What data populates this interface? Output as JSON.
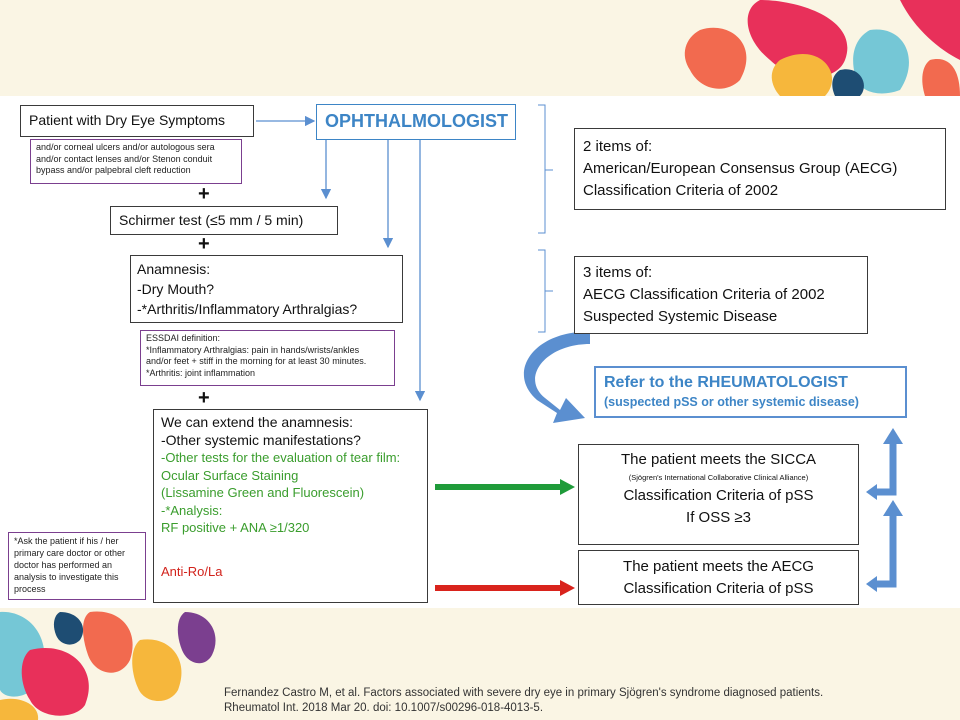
{
  "flow": {
    "patient": "Patient with Dry Eye Symptoms",
    "ophthalmologist": "OPHTHALMOLOGIST",
    "conditions": [
      "and/or corneal ulcers and/or autologous sera",
      "and/or contact lenses and/or Stenon conduit",
      "bypass and/or palpebral cleft reduction"
    ],
    "plus": "+",
    "schirmer": "Schirmer test (≤5 mm / 5 min)",
    "anamnesis": [
      "Anamnesis:",
      "-Dry Mouth?",
      "-*Arthritis/Inflammatory Arthralgias?"
    ],
    "essdai": [
      "ESSDAI definition:",
      "*Inflammatory Arthralgias: pain in hands/wrists/ankles",
      "and/or feet + stiff in the morning for at least 30 minutes.",
      "*Arthritis: joint inflammation"
    ],
    "extend": [
      "We can extend the anamnesis:",
      "-Other systemic manifestations?"
    ],
    "extend_green": [
      "-Other tests for the evaluation of tear film:",
      "Ocular Surface Staining",
      "(Lissamine Green and Fluorescein)",
      "-*Analysis:",
      "RF positive + ANA ≥1/320"
    ],
    "anti_ro": "Anti-Ro/La",
    "ask_note": [
      "*Ask the patient if his / her",
      "primary care doctor or other",
      "doctor has performed an",
      "analysis to investigate this",
      "process"
    ]
  },
  "right": {
    "two_items": [
      "2 items of:",
      "American/European Consensus Group (AECG)",
      "Classification Criteria of 2002"
    ],
    "three_items": [
      "3 items of:",
      "AECG Classification Criteria of 2002",
      "Suspected Systemic Disease"
    ],
    "refer": [
      "Refer to the RHEUMATOLOGIST",
      "(suspected pSS or other systemic disease)"
    ],
    "sicca": {
      "title": "The patient meets the SICCA",
      "sub": "(Sjögren's International Collaborative Clinical Alliance)",
      "l3": "Classification Criteria of pSS",
      "l4": "If OSS ≥3"
    },
    "aecg": [
      "The patient meets the AECG",
      "Classification Criteria of pSS"
    ]
  },
  "citation": [
    "Fernandez Castro M, et al. Factors associated with severe dry eye in primary Sjögren's syndrome diagnosed patients.",
    "Rheumatol Int. 2018 Mar 20. doi: 10.1007/s00296-018-4013-5."
  ],
  "colors": {
    "blue": "#5b8fd0",
    "green": "#1f9b3a",
    "red": "#d9231c",
    "purple": "#7b3f8f"
  }
}
